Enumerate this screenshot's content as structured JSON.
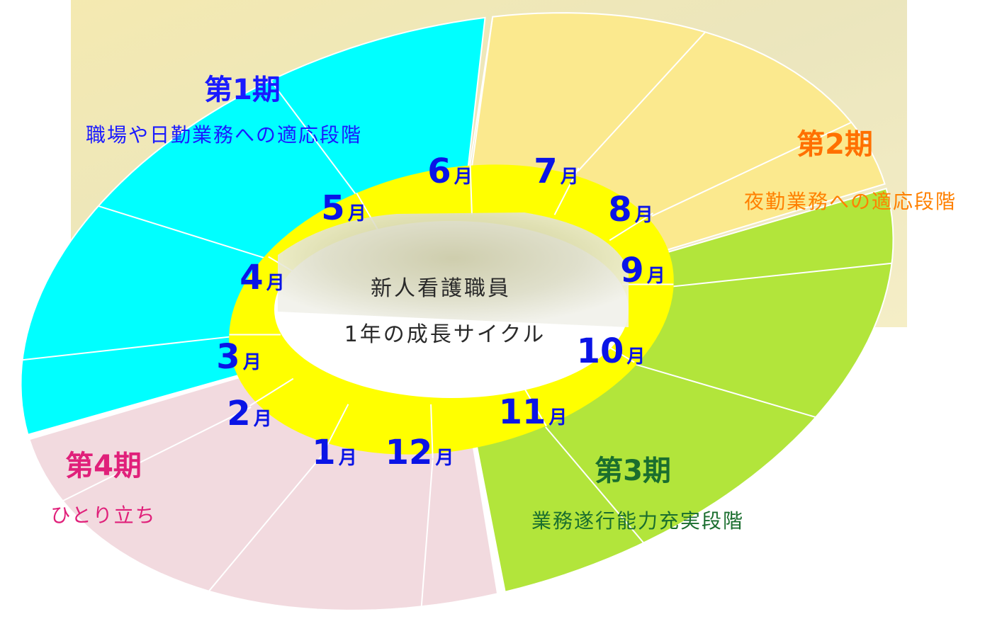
{
  "center": {
    "line1": "新人看護職員",
    "line2": "1年の成長サイクル"
  },
  "month_suffix": "月",
  "months": [
    {
      "num": "4"
    },
    {
      "num": "5"
    },
    {
      "num": "6"
    },
    {
      "num": "7"
    },
    {
      "num": "8"
    },
    {
      "num": "9"
    },
    {
      "num": "10"
    },
    {
      "num": "11"
    },
    {
      "num": "12"
    },
    {
      "num": "1"
    },
    {
      "num": "2"
    },
    {
      "num": "3"
    }
  ],
  "periods": [
    {
      "title": "第1期",
      "description": "職場や日勤業務への適応段階",
      "color": "#00ffff",
      "text_color": "#1a1aff",
      "title_color": "#1a1aff"
    },
    {
      "title": "第2期",
      "description": "夜勤業務への適応段階",
      "color": "#fbe98e",
      "text_color": "#ff8000",
      "title_color": "#ff7000"
    },
    {
      "title": "第3期",
      "description": "業務遂行能力充実段階",
      "color": "#b2e53b",
      "text_color": "#1a6e2e",
      "title_color": "#1a6e2e"
    },
    {
      "title": "第4期",
      "description": "ひとり立ち",
      "color": "#f2dadf",
      "text_color": "#e0207a",
      "title_color": "#e0207a"
    }
  ],
  "ring_color": "#ffff00"
}
